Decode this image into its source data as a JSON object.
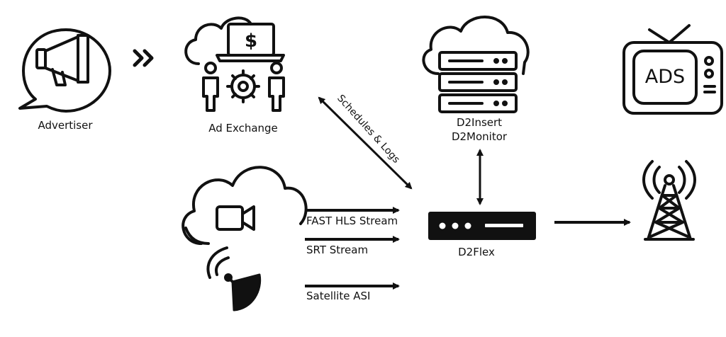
{
  "nodes": {
    "advertiser": {
      "label": "Advertiser",
      "icon": "megaphone-speech-icon"
    },
    "ad_exchange": {
      "label": "Ad Exchange",
      "icon": "ad-exchange-icon"
    },
    "d2insert": {
      "label_line1": "D2Insert",
      "label_line2": "D2Monitor",
      "icon": "cloud-server-icon"
    },
    "tv": {
      "label": "ADS",
      "icon": "tv-ads-icon"
    },
    "d2flex": {
      "label": "D2Flex",
      "icon": "d2flex-device-icon"
    },
    "tower": {
      "icon": "broadcast-tower-icon"
    },
    "cloud_video": {
      "icon": "cloud-video-icon"
    },
    "satellite": {
      "icon": "satellite-dish-icon"
    }
  },
  "edges": {
    "schedules": "Schedules & Logs",
    "fast_hls": "FAST HLS Stream",
    "srt": "SRT Stream",
    "asi": "Satellite ASI"
  },
  "colors": {
    "ink": "#111111",
    "background": "#ffffff"
  }
}
